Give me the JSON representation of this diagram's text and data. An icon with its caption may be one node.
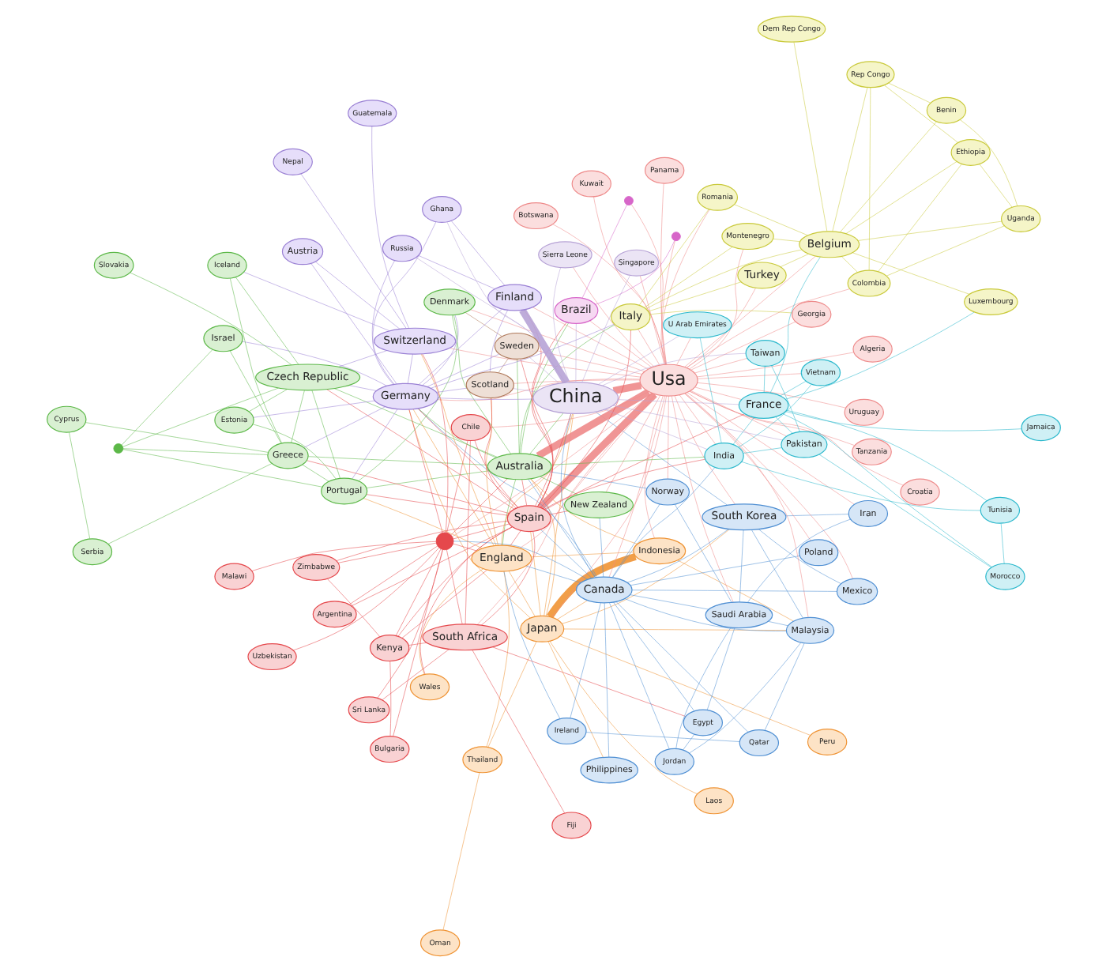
{
  "diagram": {
    "nodes": [
      {
        "text": [
          "Botswana"
        ]
      },
      {
        "text": [
          "Peru"
        ]
      },
      {
        "text": [
          "Laos"
        ]
      },
      {
        "text": [
          "Kuwait"
        ]
      },
      {
        "text": [
          "Oman"
        ]
      },
      {
        "text": [
          "Japan"
        ]
      },
      {
        "text": [
          "Philippines"
        ]
      },
      {
        "text": [
          "Thailand"
        ]
      },
      {
        "text": [
          "Mexico"
        ]
      },
      {
        "text": [
          "Uruguay"
        ]
      },
      {
        "text": [
          "Croatia"
        ]
      },
      {
        "text": [
          "Indonesia"
        ]
      },
      {
        "text": [
          "Qatar"
        ]
      },
      {
        "text": [
          "Ireland"
        ]
      },
      {
        "text": [
          "Panama"
        ]
      },
      {
        "text": [
          "Tanzania"
        ]
      },
      {
        "text": [
          "Poland"
        ]
      },
      {
        "text": [
          "Iran"
        ]
      },
      {
        "text": [
          "Malaysia"
        ]
      },
      {
        "text": [
          "Jordan"
        ]
      },
      {
        "text": [
          "Fiji"
        ]
      },
      {
        "text": [
          "Egypt"
        ]
      },
      {
        "text": [
          "Turkey"
        ]
      },
      {
        "text": [
          "South Africa"
        ]
      },
      {
        "text": [
          "South Korea"
        ]
      },
      {
        "text": [
          "Usa"
        ]
      },
      {
        "text": [
          "Algeria"
        ]
      },
      {
        "text": [
          "Chile"
        ]
      },
      {
        "text": [
          "Sri Lanka"
        ]
      },
      {
        "text": [
          "Georgia"
        ]
      },
      {
        "text": [
          "Saudi Arabia"
        ]
      },
      {
        "text": [
          "Norway"
        ]
      },
      {
        "text": [
          "Argentina"
        ]
      },
      {
        "text": [
          "Italy"
        ]
      },
      {
        "text": [
          "Kenya"
        ]
      },
      {
        "text": [
          "Bulgaria"
        ]
      },
      {
        "text": [
          "Canada"
        ]
      },
      {
        "text": [
          "Montenegro"
        ]
      },
      {
        "text": [
          "Brazil"
        ]
      },
      {
        "text": [
          "Zimbabwe"
        ]
      },
      {
        "text": [],
        "shape": "circle"
      },
      {
        "text": [
          "Romania"
        ]
      },
      {
        "text": [
          "New Zealand"
        ]
      },
      {
        "text": [
          "Ethiopia"
        ]
      },
      {
        "text": [
          "Colombia"
        ]
      },
      {
        "text": [
          "Denmark"
        ]
      },
      {
        "text": [
          "Australia"
        ]
      },
      {
        "text": [],
        "shape": "circle"
      },
      {
        "text": [
          "England"
        ]
      },
      {
        "text": [
          "Uganda"
        ]
      },
      {
        "text": [
          "Spain"
        ]
      },
      {
        "text": [],
        "shape": "circle"
      },
      {
        "text": [
          "Malawi"
        ]
      },
      {
        "text": [
          "Rep Congo"
        ]
      },
      {
        "text": [
          "Wales"
        ]
      },
      {
        "text": [
          "Luxembourg"
        ]
      },
      {
        "text": [
          "Uzbekistan"
        ]
      },
      {
        "text": [
          "Vietnam"
        ]
      },
      {
        "text": [
          "Benin"
        ]
      },
      {
        "text": [
          "Belgium"
        ]
      },
      {
        "text": [
          "Sweden"
        ]
      },
      {
        "text": [
          "Austria"
        ]
      },
      {
        "text": [
          "Portugal"
        ]
      },
      {
        "text": [
          "India"
        ]
      },
      {
        "text": [
          "Germany"
        ]
      },
      {
        "text": [
          "Switzerland"
        ]
      },
      {
        "text": [
          "Guatemala"
        ]
      },
      {
        "text": [
          "France"
        ]
      },
      {
        "text": [
          "Scotland"
        ]
      },
      {
        "text": [
          "Dem Rep Congo"
        ]
      },
      {
        "text": [
          "Estonia"
        ]
      },
      {
        "text": [
          "Iceland"
        ]
      },
      {
        "text": [
          "Ghana"
        ]
      },
      {
        "text": [
          "U Arab Emirates"
        ]
      },
      {
        "text": [
          "Tunisia"
        ]
      },
      {
        "text": [
          "Nepal"
        ]
      },
      {
        "text": [
          "Finland"
        ]
      },
      {
        "text": [
          "Morocco"
        ]
      },
      {
        "text": [],
        "shape": "circle"
      },
      {
        "text": [
          "Israel"
        ]
      },
      {
        "text": [
          "Czech Republic"
        ]
      },
      {
        "text": [
          "Pakistan"
        ]
      },
      {
        "text": [
          "Jamaica"
        ]
      },
      {
        "text": [
          "China"
        ]
      },
      {
        "text": [
          "Russia"
        ]
      },
      {
        "text": [
          "Greece"
        ]
      },
      {
        "text": [
          "Slovakia"
        ]
      },
      {
        "text": [
          "Taiwan"
        ]
      },
      {
        "text": [
          "Cyprus"
        ]
      },
      {
        "text": [
          "Serbia"
        ]
      },
      {
        "text": [
          "Singapore"
        ]
      },
      {
        "text": [
          "Sierra Leone"
        ]
      }
    ],
    "edges": [
      {
        "from": 25,
        "to": 0,
        "arrow": "none"
      },
      {
        "from": 25,
        "to": 3,
        "arrow": "none"
      },
      {
        "from": 25,
        "to": 10,
        "arrow": "none"
      },
      {
        "from": 25,
        "to": 15,
        "arrow": "none"
      },
      {
        "from": 25,
        "to": 9,
        "arrow": "none"
      },
      {
        "from": 25,
        "to": 14,
        "arrow": "none"
      },
      {
        "from": 25,
        "to": 22,
        "arrow": "none"
      },
      {
        "from": 25,
        "to": 29,
        "arrow": "none"
      },
      {
        "from": 25,
        "to": 16,
        "arrow": "none"
      },
      {
        "from": 25,
        "to": 8,
        "arrow": "none"
      },
      {
        "from": 25,
        "to": 17,
        "arrow": "none"
      },
      {
        "from": 25,
        "to": 26,
        "arrow": "none"
      },
      {
        "from": 25,
        "to": 24,
        "arrow": "none"
      },
      {
        "from": 25,
        "to": 5,
        "arrow": "none"
      },
      {
        "from": 25,
        "to": 36,
        "arrow": "none"
      },
      {
        "from": 25,
        "to": 48,
        "arrow": "none"
      },
      {
        "from": 25,
        "to": 50,
        "arrow": "none",
        "style": "thick"
      },
      {
        "from": 25,
        "to": 46,
        "arrow": "none",
        "style": "thick"
      },
      {
        "from": 25,
        "to": 83,
        "arrow": "none",
        "style": "thick"
      },
      {
        "from": 25,
        "to": 33,
        "arrow": "none"
      },
      {
        "from": 25,
        "to": 38,
        "arrow": "none"
      },
      {
        "from": 25,
        "to": 64,
        "arrow": "none"
      },
      {
        "from": 25,
        "to": 63,
        "arrow": "none"
      },
      {
        "from": 25,
        "to": 67,
        "arrow": "none"
      },
      {
        "from": 25,
        "to": 59,
        "arrow": "none"
      },
      {
        "from": 25,
        "to": 45,
        "arrow": "none"
      },
      {
        "from": 25,
        "to": 60,
        "arrow": "none"
      },
      {
        "from": 25,
        "to": 31,
        "arrow": "none"
      },
      {
        "from": 25,
        "to": 30,
        "arrow": "none"
      },
      {
        "from": 25,
        "to": 44,
        "arrow": "none"
      },
      {
        "from": 25,
        "to": 41,
        "arrow": "none"
      },
      {
        "from": 25,
        "to": 37,
        "arrow": "none"
      },
      {
        "from": 25,
        "to": 65,
        "arrow": "none"
      },
      {
        "from": 25,
        "to": 76,
        "arrow": "none"
      },
      {
        "from": 25,
        "to": 81,
        "arrow": "none"
      },
      {
        "from": 25,
        "to": 57,
        "arrow": "none"
      },
      {
        "from": 25,
        "to": 42,
        "arrow": "none"
      },
      {
        "from": 25,
        "to": 27,
        "arrow": "none"
      },
      {
        "from": 25,
        "to": 18,
        "arrow": "none"
      },
      {
        "from": 25,
        "to": 11,
        "arrow": "none"
      },
      {
        "from": 25,
        "to": 91,
        "arrow": "none"
      },
      {
        "from": 25,
        "to": 87,
        "arrow": "none"
      },
      {
        "from": 25,
        "to": 90,
        "arrow": "none"
      },
      {
        "from": 25,
        "to": 40,
        "arrow": "none"
      },
      {
        "from": 25,
        "to": 51,
        "arrow": "none"
      },
      {
        "from": 25,
        "to": 47,
        "arrow": "none"
      },
      {
        "from": 25,
        "to": 68,
        "arrow": "none"
      },
      {
        "from": 25,
        "to": 73,
        "arrow": "none"
      },
      {
        "from": 25,
        "to": 23,
        "arrow": "none"
      },
      {
        "from": 5,
        "to": 1,
        "arrow": "none",
        "color": "#ef9334"
      },
      {
        "from": 5,
        "to": 2,
        "arrow": "none",
        "color": "#ef9334"
      },
      {
        "from": 5,
        "to": 7,
        "arrow": "none",
        "color": "#ef9334"
      },
      {
        "from": 5,
        "to": 11,
        "arrow": "none",
        "style": "thick",
        "color": "#ef9334"
      },
      {
        "from": 5,
        "to": 6,
        "arrow": "none",
        "color": "#ef9334"
      },
      {
        "from": 5,
        "to": 46,
        "arrow": "none",
        "color": "#ef9334"
      },
      {
        "from": 5,
        "to": 48,
        "arrow": "none",
        "color": "#ef9334"
      },
      {
        "from": 5,
        "to": 50,
        "arrow": "none",
        "color": "#ef9334"
      },
      {
        "from": 5,
        "to": 64,
        "arrow": "none",
        "color": "#ef9334"
      },
      {
        "from": 5,
        "to": 83,
        "arrow": "none",
        "color": "#ef9334"
      },
      {
        "from": 5,
        "to": 24,
        "arrow": "none",
        "color": "#ef9334"
      },
      {
        "from": 5,
        "to": 18,
        "arrow": "none",
        "color": "#ef9334"
      },
      {
        "from": 5,
        "to": 36,
        "arrow": "none",
        "color": "#ef9334"
      },
      {
        "from": 7,
        "to": 4,
        "arrow": "none",
        "color": "#ef9334"
      },
      {
        "from": 7,
        "to": 48,
        "arrow": "none",
        "color": "#ef9334"
      },
      {
        "from": 11,
        "to": 46,
        "arrow": "none",
        "color": "#ef9334"
      },
      {
        "from": 11,
        "to": 18,
        "arrow": "none",
        "color": "#ef9334"
      },
      {
        "from": 11,
        "to": 48,
        "arrow": "none",
        "color": "#ef9334"
      },
      {
        "from": 36,
        "to": 24,
        "arrow": "none",
        "color": "#4f8fd3"
      },
      {
        "from": 36,
        "to": 30,
        "arrow": "none",
        "color": "#4f8fd3"
      },
      {
        "from": 36,
        "to": 18,
        "arrow": "none",
        "color": "#4f8fd3"
      },
      {
        "from": 36,
        "to": 13,
        "arrow": "none",
        "color": "#4f8fd3"
      },
      {
        "from": 36,
        "to": 21,
        "arrow": "none",
        "color": "#4f8fd3"
      },
      {
        "from": 36,
        "to": 12,
        "arrow": "none",
        "color": "#4f8fd3"
      },
      {
        "from": 36,
        "to": 19,
        "arrow": "none",
        "color": "#4f8fd3"
      },
      {
        "from": 36,
        "to": 50,
        "arrow": "none",
        "color": "#4f8fd3"
      },
      {
        "from": 36,
        "to": 48,
        "arrow": "none",
        "color": "#4f8fd3"
      },
      {
        "from": 36,
        "to": 46,
        "arrow": "none",
        "color": "#4f8fd3"
      },
      {
        "from": 36,
        "to": 83,
        "arrow": "none",
        "color": "#4f8fd3"
      },
      {
        "from": 36,
        "to": 64,
        "arrow": "none",
        "color": "#4f8fd3"
      },
      {
        "from": 36,
        "to": 42,
        "arrow": "none",
        "color": "#4f8fd3"
      },
      {
        "from": 36,
        "to": 63,
        "arrow": "none",
        "color": "#4f8fd3"
      },
      {
        "from": 36,
        "to": 47,
        "arrow": "none",
        "color": "#4f8fd3"
      },
      {
        "from": 36,
        "to": 16,
        "arrow": "none",
        "color": "#4f8fd3"
      },
      {
        "from": 36,
        "to": 8,
        "arrow": "none",
        "color": "#4f8fd3"
      },
      {
        "from": 36,
        "to": 6,
        "arrow": "none",
        "color": "#4f8fd3"
      },
      {
        "from": 36,
        "to": 31,
        "arrow": "none",
        "color": "#4f8fd3"
      },
      {
        "from": 24,
        "to": 18,
        "arrow": "none",
        "color": "#4f8fd3"
      },
      {
        "from": 24,
        "to": 30,
        "arrow": "none",
        "color": "#4f8fd3"
      },
      {
        "from": 24,
        "to": 17,
        "arrow": "none",
        "color": "#4f8fd3"
      },
      {
        "from": 24,
        "to": 8,
        "arrow": "none",
        "color": "#4f8fd3"
      },
      {
        "from": 24,
        "to": 83,
        "arrow": "none",
        "color": "#4f8fd3"
      },
      {
        "from": 18,
        "to": 30,
        "arrow": "none",
        "color": "#4f8fd3"
      },
      {
        "from": 18,
        "to": 12,
        "arrow": "none",
        "color": "#4f8fd3"
      },
      {
        "from": 18,
        "to": 19,
        "arrow": "none",
        "color": "#4f8fd3"
      },
      {
        "from": 30,
        "to": 21,
        "arrow": "none",
        "color": "#4f8fd3"
      },
      {
        "from": 30,
        "to": 19,
        "arrow": "none",
        "color": "#4f8fd3"
      },
      {
        "from": 30,
        "to": 31,
        "arrow": "none",
        "color": "#4f8fd3"
      },
      {
        "from": 30,
        "to": 17,
        "arrow": "none",
        "color": "#4f8fd3"
      },
      {
        "from": 13,
        "to": 12,
        "arrow": "none",
        "color": "#4f8fd3"
      },
      {
        "from": 13,
        "to": 48,
        "arrow": "none",
        "color": "#4f8fd3"
      },
      {
        "from": 21,
        "to": 19,
        "arrow": "none",
        "color": "#4f8fd3"
      },
      {
        "from": 31,
        "to": 46,
        "arrow": "none",
        "color": "#4f8fd3"
      },
      {
        "from": 47,
        "to": 23,
        "arrow": "none",
        "color": "#e5484c"
      },
      {
        "from": 47,
        "to": 34,
        "arrow": "none",
        "color": "#e5484c"
      },
      {
        "from": 47,
        "to": 35,
        "arrow": "none",
        "color": "#e5484c"
      },
      {
        "from": 47,
        "to": 39,
        "arrow": "none",
        "color": "#e5484c"
      },
      {
        "from": 47,
        "to": 28,
        "arrow": "none",
        "color": "#e5484c"
      },
      {
        "from": 47,
        "to": 32,
        "arrow": "none",
        "color": "#e5484c"
      },
      {
        "from": 47,
        "to": 27,
        "arrow": "none",
        "color": "#e5484c"
      },
      {
        "from": 47,
        "to": 52,
        "arrow": "none",
        "color": "#e5484c"
      },
      {
        "from": 47,
        "to": 56,
        "arrow": "none",
        "color": "#e5484c"
      },
      {
        "from": 47,
        "to": 48,
        "arrow": "none",
        "color": "#e5484c"
      },
      {
        "from": 47,
        "to": 50,
        "arrow": "none",
        "color": "#e5484c"
      },
      {
        "from": 47,
        "to": 65,
        "arrow": "none",
        "color": "#e5484c"
      },
      {
        "from": 47,
        "to": 46,
        "arrow": "none",
        "color": "#e5484c"
      },
      {
        "from": 47,
        "to": 64,
        "arrow": "none",
        "color": "#e5484c"
      },
      {
        "from": 23,
        "to": 20,
        "arrow": "none",
        "color": "#e5484c"
      },
      {
        "from": 23,
        "to": 34,
        "arrow": "none",
        "color": "#e5484c"
      },
      {
        "from": 23,
        "to": 28,
        "arrow": "none",
        "color": "#e5484c"
      },
      {
        "from": 23,
        "to": 50,
        "arrow": "none",
        "color": "#e5484c"
      },
      {
        "from": 23,
        "to": 27,
        "arrow": "none",
        "color": "#e5484c"
      },
      {
        "from": 23,
        "to": 21,
        "arrow": "none",
        "color": "#e5484c"
      },
      {
        "from": 34,
        "to": 35,
        "arrow": "none",
        "color": "#e5484c"
      },
      {
        "from": 34,
        "to": 39,
        "arrow": "none",
        "color": "#e5484c"
      },
      {
        "from": 34,
        "to": 50,
        "arrow": "none",
        "color": "#e5484c"
      },
      {
        "from": 34,
        "to": 48,
        "arrow": "none",
        "color": "#e5484c"
      },
      {
        "from": 50,
        "to": 32,
        "arrow": "none",
        "color": "#e5484c"
      },
      {
        "from": 50,
        "to": 27,
        "arrow": "none",
        "color": "#e5484c"
      },
      {
        "from": 50,
        "to": 39,
        "arrow": "none",
        "color": "#e5484c"
      },
      {
        "from": 50,
        "to": 48,
        "arrow": "none",
        "color": "#e5484c"
      },
      {
        "from": 50,
        "to": 46,
        "arrow": "none",
        "color": "#e5484c"
      },
      {
        "from": 50,
        "to": 64,
        "arrow": "none",
        "color": "#e5484c"
      },
      {
        "from": 50,
        "to": 83,
        "arrow": "none",
        "color": "#e5484c"
      },
      {
        "from": 50,
        "to": 62,
        "arrow": "none",
        "color": "#e5484c"
      },
      {
        "from": 50,
        "to": 60,
        "arrow": "none",
        "color": "#e5484c"
      },
      {
        "from": 50,
        "to": 68,
        "arrow": "none",
        "color": "#e5484c"
      },
      {
        "from": 50,
        "to": 54,
        "arrow": "none",
        "color": "#e5484c"
      },
      {
        "from": 50,
        "to": 42,
        "arrow": "none",
        "color": "#e5484c"
      },
      {
        "from": 50,
        "to": 38,
        "arrow": "none",
        "color": "#e5484c"
      },
      {
        "from": 50,
        "to": 33,
        "arrow": "none",
        "color": "#e5484c"
      },
      {
        "from": 50,
        "to": 67,
        "arrow": "none",
        "color": "#e5484c"
      },
      {
        "from": 50,
        "to": 63,
        "arrow": "none",
        "color": "#e5484c"
      },
      {
        "from": 50,
        "to": 76,
        "arrow": "none",
        "color": "#e5484c"
      },
      {
        "from": 50,
        "to": 80,
        "arrow": "none",
        "color": "#e5484c"
      },
      {
        "from": 50,
        "to": 85,
        "arrow": "none",
        "color": "#e5484c"
      },
      {
        "from": 46,
        "to": 42,
        "arrow": "none",
        "color": "#5cb848"
      },
      {
        "from": 46,
        "to": 45,
        "arrow": "none",
        "color": "#5cb848"
      },
      {
        "from": 46,
        "to": 64,
        "arrow": "none",
        "color": "#5cb848"
      },
      {
        "from": 46,
        "to": 83,
        "arrow": "none",
        "color": "#5cb848"
      },
      {
        "from": 46,
        "to": 62,
        "arrow": "none",
        "color": "#5cb848"
      },
      {
        "from": 46,
        "to": 60,
        "arrow": "none",
        "color": "#5cb848"
      },
      {
        "from": 46,
        "to": 48,
        "arrow": "none",
        "color": "#5cb848"
      },
      {
        "from": 46,
        "to": 63,
        "arrow": "none",
        "color": "#5cb848"
      },
      {
        "from": 46,
        "to": 38,
        "arrow": "none",
        "color": "#5cb848"
      },
      {
        "from": 46,
        "to": 80,
        "arrow": "none",
        "color": "#5cb848"
      },
      {
        "from": 46,
        "to": 85,
        "arrow": "none",
        "color": "#5cb848"
      },
      {
        "from": 46,
        "to": 33,
        "arrow": "none",
        "color": "#5cb848"
      },
      {
        "from": 48,
        "to": 54,
        "arrow": "none",
        "color": "#ef9334"
      },
      {
        "from": 48,
        "to": 68,
        "arrow": "none",
        "color": "#ef9334"
      },
      {
        "from": 48,
        "to": 64,
        "arrow": "none",
        "color": "#ef9334"
      },
      {
        "from": 48,
        "to": 62,
        "arrow": "none",
        "color": "#ef9334"
      },
      {
        "from": 48,
        "to": 83,
        "arrow": "none",
        "color": "#ef9334"
      },
      {
        "from": 48,
        "to": 65,
        "arrow": "none",
        "color": "#ef9334"
      },
      {
        "from": 64,
        "to": 65,
        "arrow": "none",
        "color": "#9a80d4"
      },
      {
        "from": 64,
        "to": 61,
        "arrow": "none",
        "color": "#9a80d4"
      },
      {
        "from": 64,
        "to": 76,
        "arrow": "none",
        "color": "#9a80d4"
      },
      {
        "from": 64,
        "to": 84,
        "arrow": "none",
        "color": "#9a80d4"
      },
      {
        "from": 64,
        "to": 72,
        "arrow": "none",
        "color": "#9a80d4"
      },
      {
        "from": 64,
        "to": 83,
        "arrow": "none",
        "color": "#9a80d4"
      },
      {
        "from": 64,
        "to": 62,
        "arrow": "none",
        "color": "#9a80d4"
      },
      {
        "from": 64,
        "to": 60,
        "arrow": "none",
        "color": "#9a80d4"
      },
      {
        "from": 64,
        "to": 68,
        "arrow": "none",
        "color": "#9a80d4"
      },
      {
        "from": 64,
        "to": 80,
        "arrow": "none",
        "color": "#9a80d4"
      },
      {
        "from": 64,
        "to": 85,
        "arrow": "none",
        "color": "#9a80d4"
      },
      {
        "from": 64,
        "to": 79,
        "arrow": "none",
        "color": "#9a80d4"
      },
      {
        "from": 64,
        "to": 70,
        "arrow": "none",
        "color": "#9a80d4"
      },
      {
        "from": 64,
        "to": 45,
        "arrow": "none",
        "color": "#9a80d4"
      },
      {
        "from": 64,
        "to": 33,
        "arrow": "none",
        "color": "#9a80d4"
      },
      {
        "from": 65,
        "to": 66,
        "arrow": "none",
        "color": "#9a80d4"
      },
      {
        "from": 65,
        "to": 75,
        "arrow": "none",
        "color": "#9a80d4"
      },
      {
        "from": 65,
        "to": 61,
        "arrow": "none",
        "color": "#9a80d4"
      },
      {
        "from": 65,
        "to": 80,
        "arrow": "none",
        "color": "#9a80d4"
      },
      {
        "from": 65,
        "to": 71,
        "arrow": "none",
        "color": "#9a80d4"
      },
      {
        "from": 80,
        "to": 86,
        "arrow": "none",
        "color": "#5cb848"
      },
      {
        "from": 80,
        "to": 85,
        "arrow": "none",
        "color": "#5cb848"
      },
      {
        "from": 80,
        "to": 78,
        "arrow": "none",
        "color": "#5cb848"
      },
      {
        "from": 80,
        "to": 71,
        "arrow": "none",
        "color": "#5cb848"
      },
      {
        "from": 80,
        "to": 70,
        "arrow": "none",
        "color": "#5cb848"
      },
      {
        "from": 80,
        "to": 62,
        "arrow": "none",
        "color": "#5cb848"
      },
      {
        "from": 85,
        "to": 88,
        "arrow": "none",
        "color": "#5cb848"
      },
      {
        "from": 85,
        "to": 89,
        "arrow": "none",
        "color": "#5cb848"
      },
      {
        "from": 85,
        "to": 79,
        "arrow": "none",
        "color": "#5cb848"
      },
      {
        "from": 85,
        "to": 78,
        "arrow": "none",
        "color": "#5cb848"
      },
      {
        "from": 85,
        "to": 62,
        "arrow": "none",
        "color": "#5cb848"
      },
      {
        "from": 85,
        "to": 71,
        "arrow": "none",
        "color": "#5cb848"
      },
      {
        "from": 88,
        "to": 89,
        "arrow": "none",
        "color": "#5cb848"
      },
      {
        "from": 79,
        "to": 78,
        "arrow": "none",
        "color": "#5cb848"
      },
      {
        "from": 62,
        "to": 78,
        "arrow": "none",
        "color": "#5cb848"
      },
      {
        "from": 62,
        "to": 70,
        "arrow": "none",
        "color": "#5cb848"
      },
      {
        "from": 62,
        "to": 45,
        "arrow": "none",
        "color": "#5cb848"
      },
      {
        "from": 83,
        "to": 76,
        "arrow": "none",
        "style": "thick",
        "color": "#b7a3d6"
      },
      {
        "from": 83,
        "to": 81,
        "arrow": "none",
        "color": "#b7a3d6"
      },
      {
        "from": 83,
        "to": 87,
        "arrow": "none",
        "color": "#b7a3d6"
      },
      {
        "from": 83,
        "to": 90,
        "arrow": "none",
        "color": "#b7a3d6"
      },
      {
        "from": 83,
        "to": 91,
        "arrow": "none",
        "color": "#b7a3d6"
      },
      {
        "from": 83,
        "to": 84,
        "arrow": "none",
        "color": "#b7a3d6"
      },
      {
        "from": 83,
        "to": 73,
        "arrow": "none",
        "color": "#b7a3d6"
      },
      {
        "from": 83,
        "to": 63,
        "arrow": "none",
        "color": "#b7a3d6"
      },
      {
        "from": 83,
        "to": 67,
        "arrow": "none",
        "color": "#b7a3d6"
      },
      {
        "from": 83,
        "to": 60,
        "arrow": "none",
        "color": "#b7a3d6"
      },
      {
        "from": 83,
        "to": 68,
        "arrow": "none",
        "color": "#b7a3d6"
      },
      {
        "from": 83,
        "to": 72,
        "arrow": "none",
        "color": "#b7a3d6"
      },
      {
        "from": 83,
        "to": 38,
        "arrow": "none",
        "color": "#b7a3d6"
      },
      {
        "from": 76,
        "to": 84,
        "arrow": "none",
        "color": "#9a80d4"
      },
      {
        "from": 76,
        "to": 68,
        "arrow": "none",
        "color": "#9a80d4"
      },
      {
        "from": 76,
        "to": 72,
        "arrow": "none",
        "color": "#9a80d4"
      },
      {
        "from": 67,
        "to": 63,
        "arrow": "none",
        "color": "#2bb8cc"
      },
      {
        "from": 67,
        "to": 77,
        "arrow": "none",
        "color": "#2bb8cc"
      },
      {
        "from": 67,
        "to": 74,
        "arrow": "none",
        "color": "#2bb8cc"
      },
      {
        "from": 67,
        "to": 82,
        "arrow": "none",
        "color": "#2bb8cc"
      },
      {
        "from": 67,
        "to": 57,
        "arrow": "none",
        "color": "#2bb8cc"
      },
      {
        "from": 67,
        "to": 81,
        "arrow": "none",
        "color": "#2bb8cc"
      },
      {
        "from": 67,
        "to": 59,
        "arrow": "none",
        "color": "#2bb8cc"
      },
      {
        "from": 67,
        "to": 87,
        "arrow": "none",
        "color": "#2bb8cc"
      },
      {
        "from": 67,
        "to": 55,
        "arrow": "none",
        "color": "#2bb8cc"
      },
      {
        "from": 63,
        "to": 81,
        "arrow": "none",
        "color": "#2bb8cc"
      },
      {
        "from": 63,
        "to": 73,
        "arrow": "none",
        "color": "#2bb8cc"
      },
      {
        "from": 63,
        "to": 74,
        "arrow": "none",
        "color": "#2bb8cc"
      },
      {
        "from": 63,
        "to": 57,
        "arrow": "none",
        "color": "#2bb8cc"
      },
      {
        "from": 81,
        "to": 87,
        "arrow": "none",
        "color": "#2bb8cc"
      },
      {
        "from": 81,
        "to": 77,
        "arrow": "none",
        "color": "#2bb8cc"
      },
      {
        "from": 74,
        "to": 77,
        "arrow": "none",
        "color": "#2bb8cc"
      },
      {
        "from": 59,
        "to": 44,
        "arrow": "none",
        "color": "#c9c93a"
      },
      {
        "from": 59,
        "to": 43,
        "arrow": "none",
        "color": "#c9c93a"
      },
      {
        "from": 59,
        "to": 49,
        "arrow": "none",
        "color": "#c9c93a"
      },
      {
        "from": 59,
        "to": 53,
        "arrow": "none",
        "color": "#c9c93a"
      },
      {
        "from": 59,
        "to": 58,
        "arrow": "none",
        "color": "#c9c93a"
      },
      {
        "from": 59,
        "to": 69,
        "arrow": "none",
        "color": "#c9c93a"
      },
      {
        "from": 59,
        "to": 55,
        "arrow": "none",
        "color": "#c9c93a"
      },
      {
        "from": 59,
        "to": 41,
        "arrow": "none",
        "color": "#c9c93a"
      },
      {
        "from": 59,
        "to": 37,
        "arrow": "none",
        "color": "#c9c93a"
      },
      {
        "from": 59,
        "to": 33,
        "arrow": "none",
        "color": "#c9c93a"
      },
      {
        "from": 59,
        "to": 22,
        "arrow": "none",
        "color": "#c9c93a"
      },
      {
        "from": 44,
        "to": 43,
        "arrow": "none",
        "color": "#c9c93a"
      },
      {
        "from": 44,
        "to": 49,
        "arrow": "none",
        "color": "#c9c93a"
      },
      {
        "from": 44,
        "to": 53,
        "arrow": "none",
        "color": "#c9c93a"
      },
      {
        "from": 43,
        "to": 49,
        "arrow": "none",
        "color": "#c9c93a"
      },
      {
        "from": 43,
        "to": 53,
        "arrow": "none",
        "color": "#c9c93a"
      },
      {
        "from": 53,
        "to": 58,
        "arrow": "none",
        "color": "#c9c93a"
      },
      {
        "from": 49,
        "to": 58,
        "arrow": "none",
        "color": "#c9c93a"
      },
      {
        "from": 33,
        "to": 41,
        "arrow": "none",
        "color": "#c9c93a"
      },
      {
        "from": 33,
        "to": 37,
        "arrow": "none",
        "color": "#c9c93a"
      },
      {
        "from": 33,
        "to": 22,
        "arrow": "none",
        "color": "#c9c93a"
      },
      {
        "from": 33,
        "to": 29,
        "arrow": "none",
        "color": "#c9c93a"
      },
      {
        "from": 38,
        "to": 40,
        "arrow": "none",
        "color": "#d766c9"
      },
      {
        "from": 38,
        "to": 51,
        "arrow": "none",
        "color": "#d766c9"
      },
      {
        "from": 60,
        "to": 68,
        "arrow": "none",
        "color": "#b07a5c"
      },
      {
        "from": 60,
        "to": 45,
        "arrow": "none",
        "color": "#b07a5c"
      }
    ]
  }
}
